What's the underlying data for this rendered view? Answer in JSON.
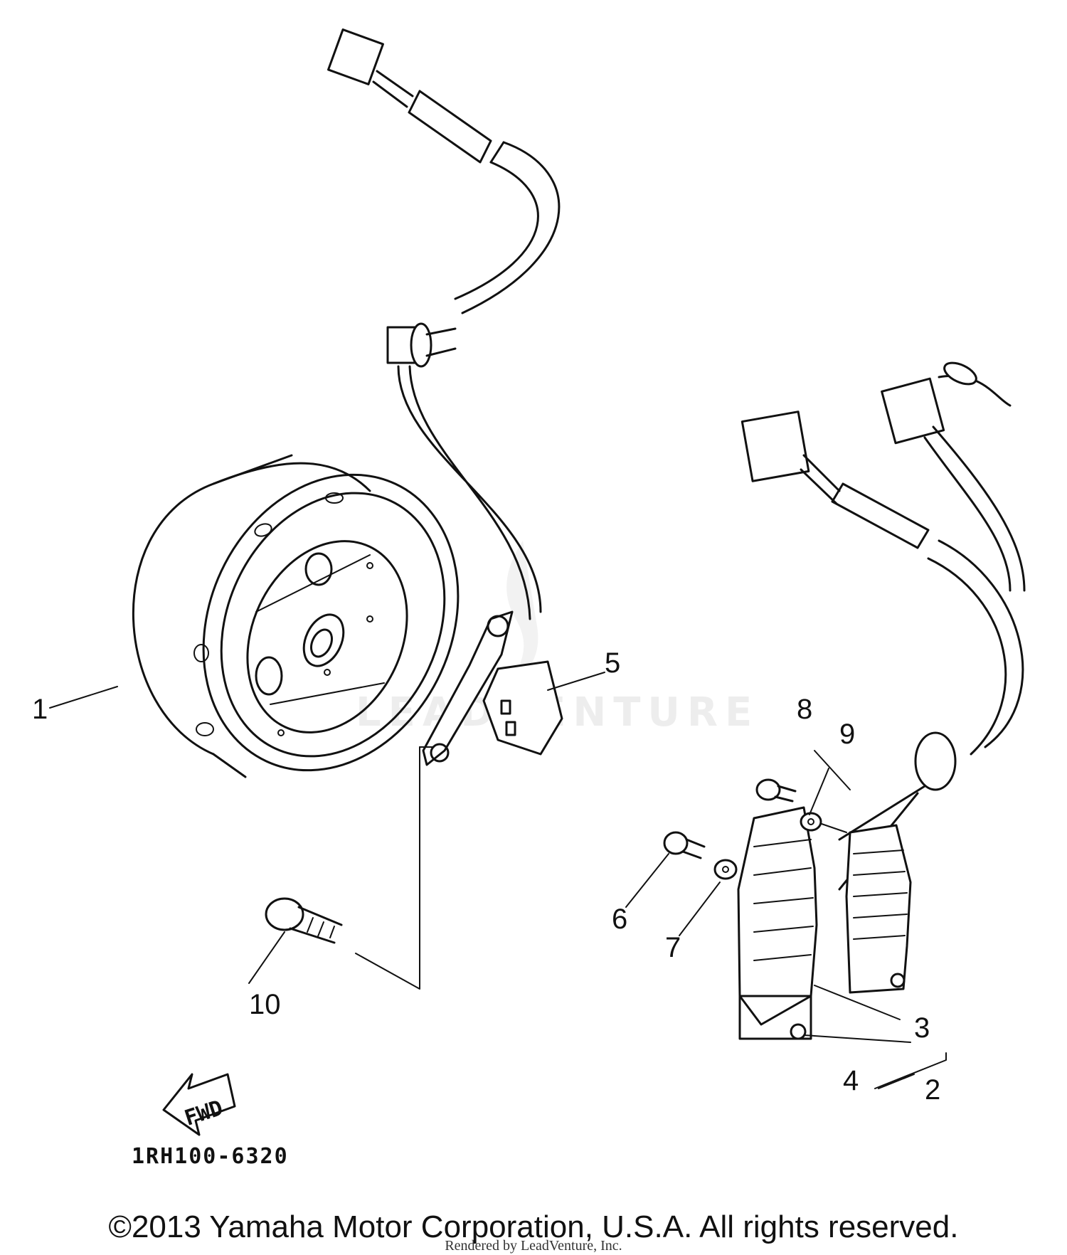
{
  "callouts": {
    "c1": "1",
    "c2": "2",
    "c3": "3",
    "c4": "4",
    "c5": "5",
    "c6": "6",
    "c7": "7",
    "c8": "8",
    "c9": "9",
    "c10": "10"
  },
  "fwd_label": "FWD",
  "diagram_code": "1RH100-6320",
  "watermark": "LEADVENTURE",
  "copyright": "©2013 Yamaha Motor Corporation, U.S.A. All rights reserved.",
  "rendered_by": "Rendered by LeadVenture, Inc."
}
